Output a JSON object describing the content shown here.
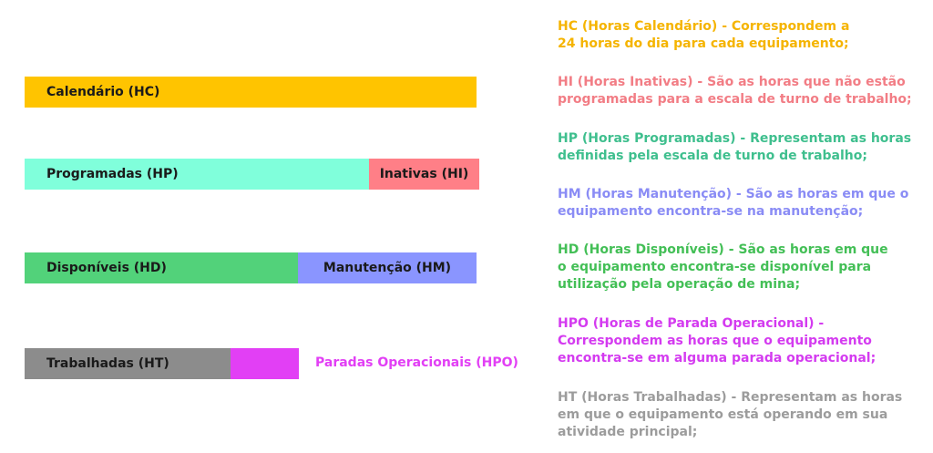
{
  "colors": {
    "hc": "#FFC400",
    "hp": "#80FFDB",
    "hi": "#FF7F87",
    "hd": "#52D27A",
    "hm": "#8A95FF",
    "ht": "#8C8C8C",
    "hpo": "#E23FF5",
    "desc_hc": "#F5B400",
    "desc_hi": "#F27D85",
    "desc_hp": "#3FBF8E",
    "desc_hm": "#8A8CF5",
    "desc_hd": "#43BF56",
    "desc_hpo": "#D43BF0",
    "desc_ht": "#9C9C9C"
  },
  "bars": {
    "hc": "Calendário (HC)",
    "hp": "Programadas (HP)",
    "hi": "Inativas (HI)",
    "hd": "Disponíveis (HD)",
    "hm": "Manutenção (HM)",
    "ht": "Trabalhadas (HT)",
    "hpo": "Paradas Operacionais (HPO)"
  },
  "descriptions": {
    "hc": [
      "HC (Horas Calendário) - Correspondem a",
      "24 horas do dia para cada equipamento;"
    ],
    "hi": [
      "HI (Horas Inativas) - São as horas que não estão",
      "programadas para a escala de turno de trabalho;"
    ],
    "hp": [
      "HP (Horas Programadas) - Representam as horas",
      "definidas pela escala de turno de trabalho;"
    ],
    "hm": [
      "HM (Horas Manutenção) - São as horas em que o",
      "equipamento encontra-se na manutenção;"
    ],
    "hd": [
      "HD (Horas Disponíveis) - São as horas em que",
      "o equipamento encontra-se disponível para",
      "utilização pela operação de mina;"
    ],
    "hpo": [
      "HPO (Horas de Parada Operacional) -",
      "Correspondem as horas que o equipamento",
      "encontra-se em alguma parada operacional;"
    ],
    "ht": [
      "HT (Horas Trabalhadas) - Representam as horas",
      "em que o equipamento está operando em sua",
      "atividade principal;"
    ]
  }
}
